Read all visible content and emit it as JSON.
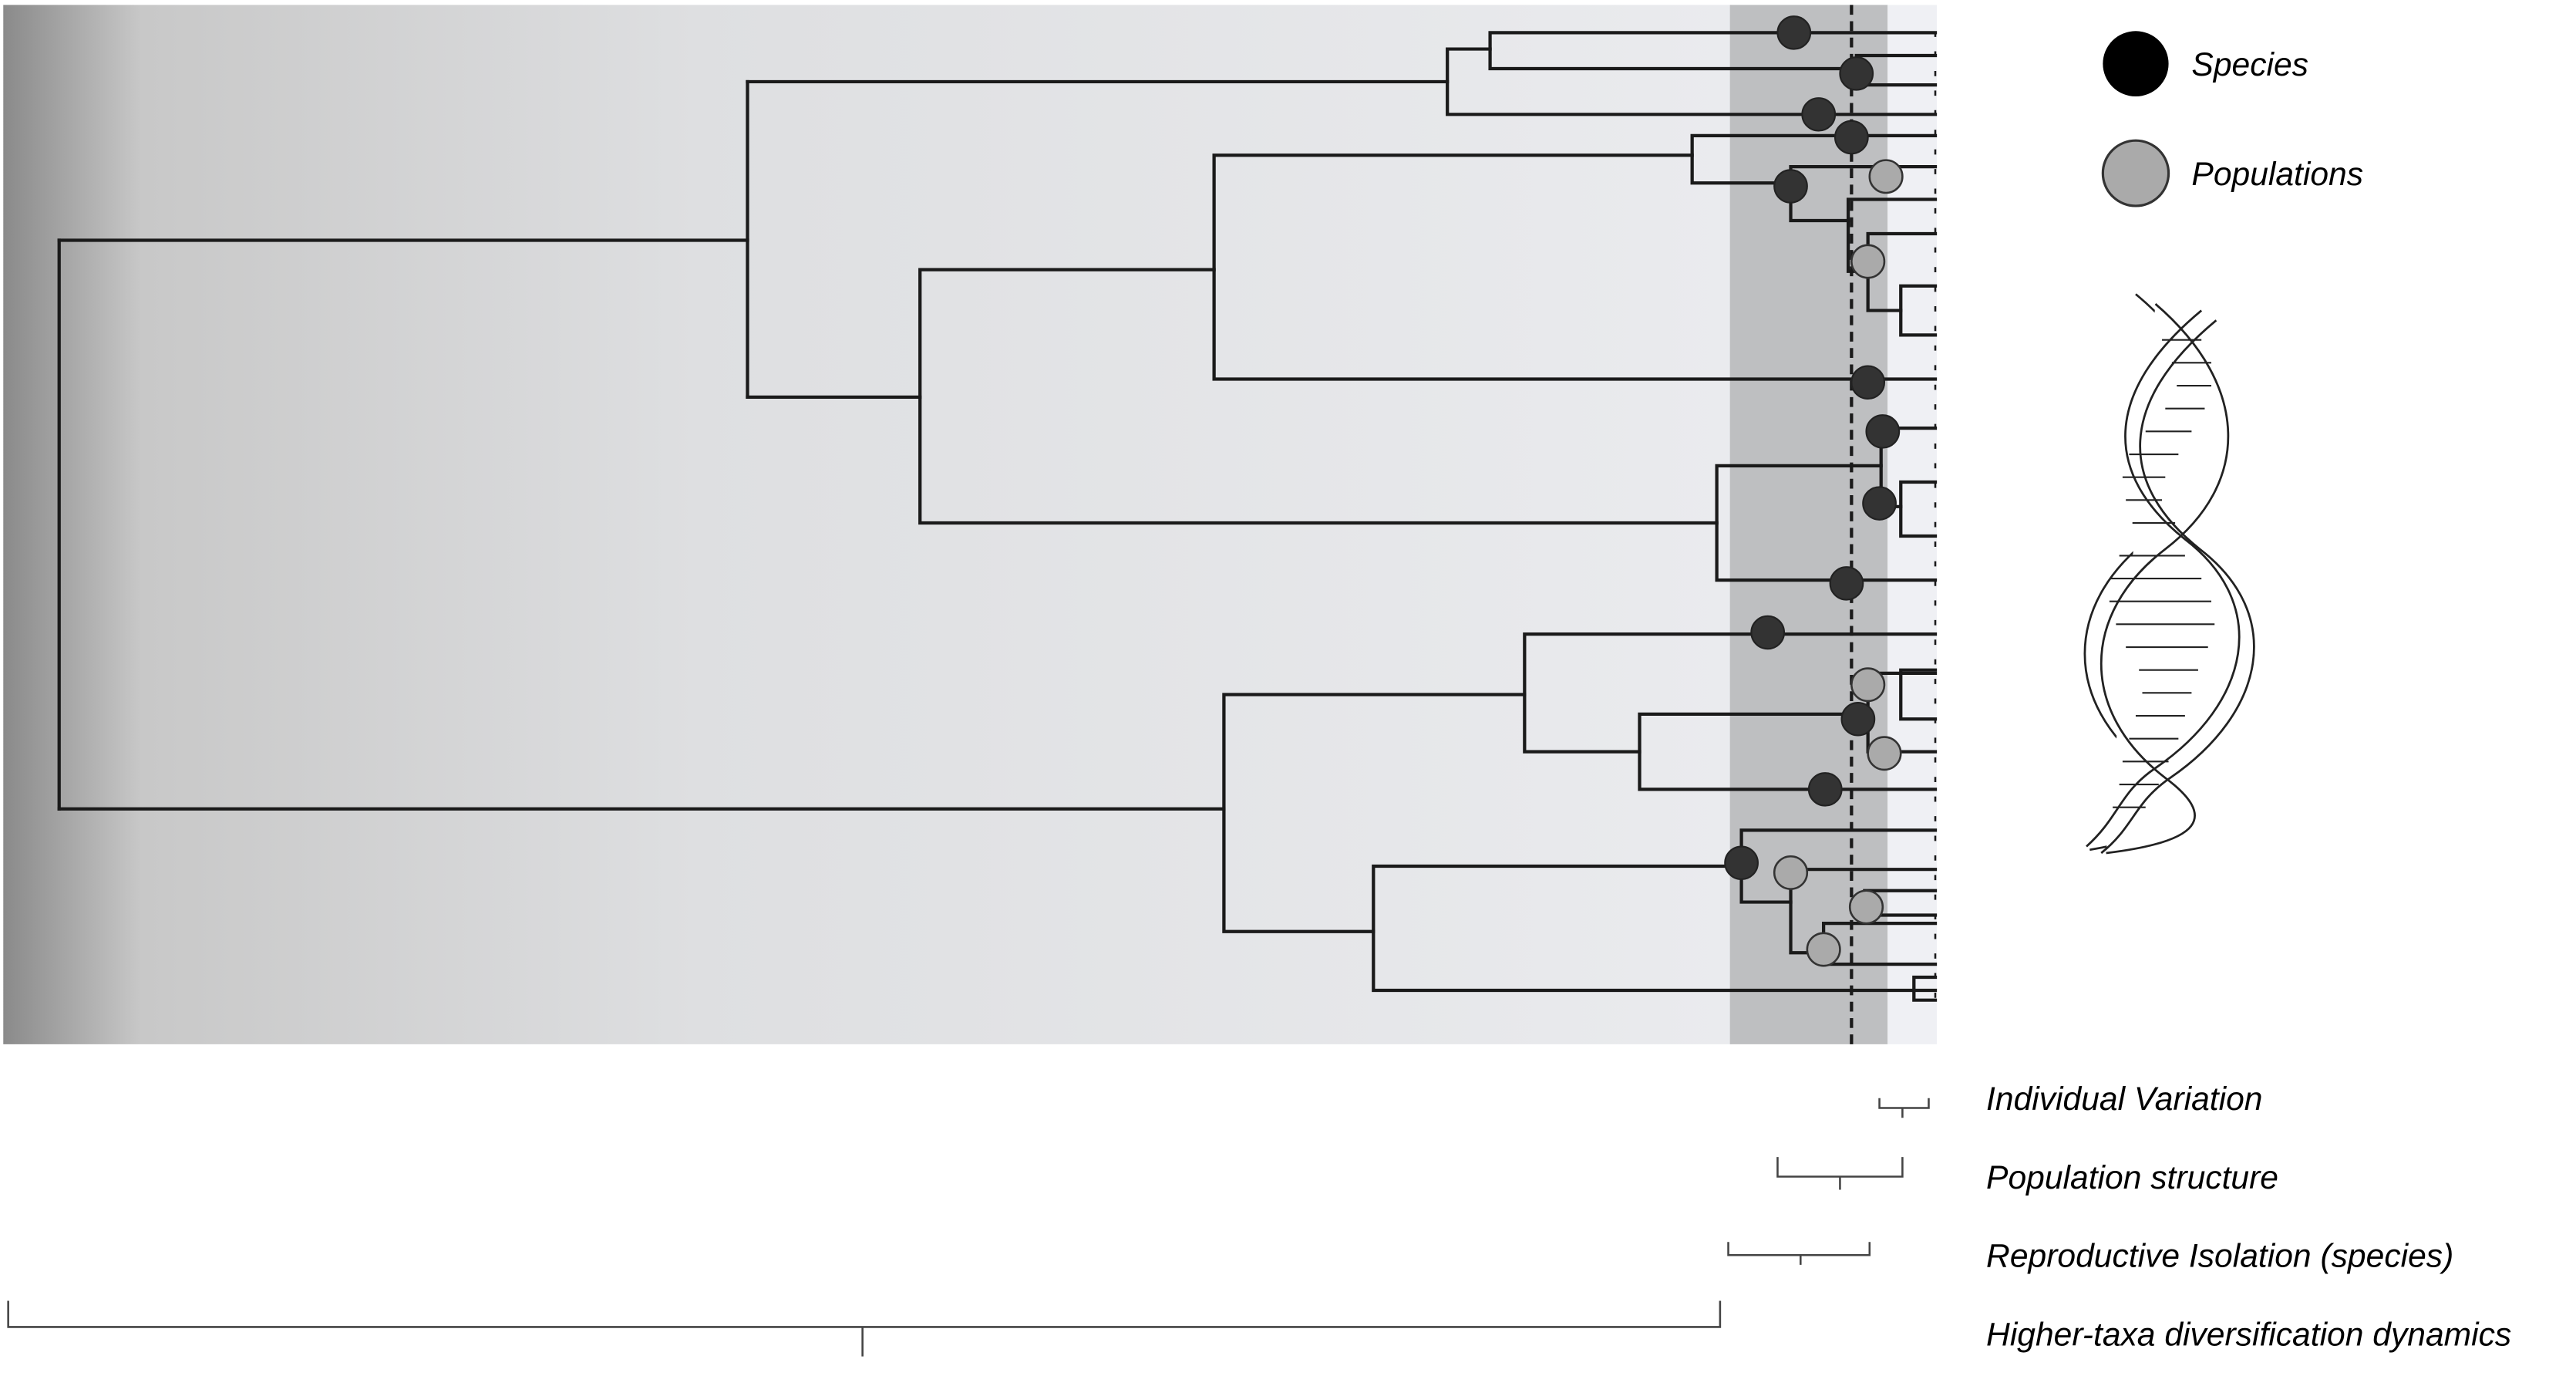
{
  "legend": {
    "species_label": "Species",
    "populations_label": "Populations"
  },
  "scale_brackets": {
    "individual": "Individual Variation",
    "population": "Population structure",
    "species": "Reproductive Isolation (species)",
    "higher_taxa": "Higher-taxa diversification dynamics"
  },
  "colors": {
    "species_node": "#333333",
    "population_node": "#aaaaaa",
    "species_band": "#bebfc1",
    "background_band": "#e2e3e5",
    "individual_band": "#f0f1f5",
    "tree_line": "#1a1a1a"
  },
  "icons": {
    "dna": "dna-double-helix-icon"
  }
}
